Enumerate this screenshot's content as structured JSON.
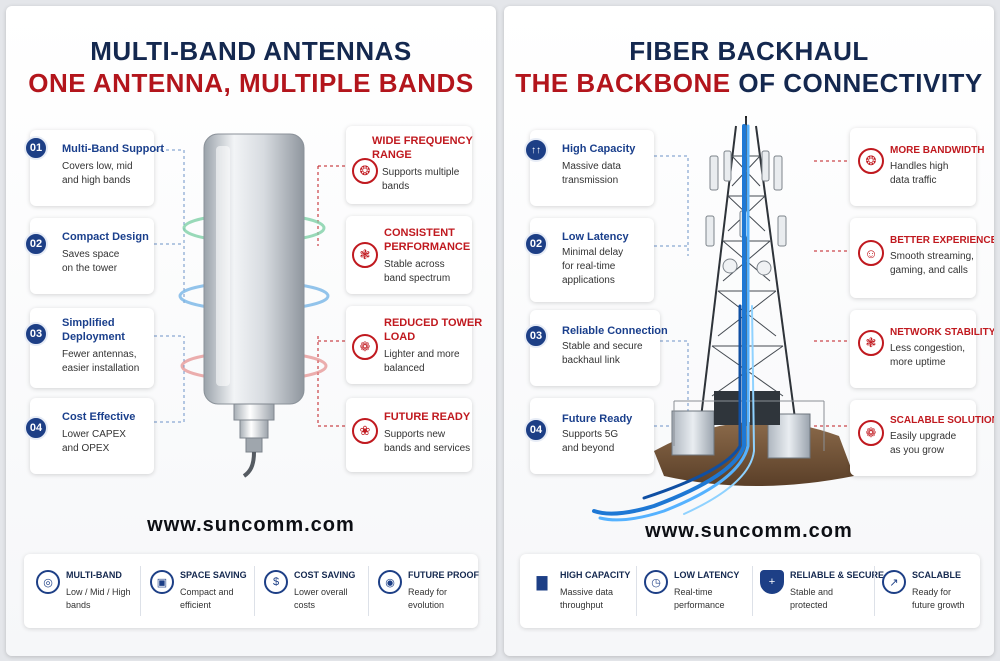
{
  "left": {
    "title_line1": "MULTI-BAND ANTENNAS",
    "title_line2": "ONE ANTENNA, MULTIPLE BANDS",
    "features_left": [
      {
        "num": "01",
        "title": "Multi-Band Support",
        "desc1": "Covers low, mid",
        "desc2": "and high bands"
      },
      {
        "num": "02",
        "title": "Compact Design",
        "desc1": "Saves space",
        "desc2": "on the tower"
      },
      {
        "num": "03",
        "title": "Simplified",
        "title2": "Deployment",
        "desc1": "Fewer antennas,",
        "desc2": "easier installation"
      },
      {
        "num": "04",
        "title": "Cost Effective",
        "desc1": "Lower CAPEX",
        "desc2": "and OPEX"
      }
    ],
    "features_right": [
      {
        "title": "WIDE FREQUENCY",
        "title2": "RANGE",
        "desc1": "Supports multiple",
        "desc2": "bands",
        "icon": "radio-waves-icon"
      },
      {
        "title": "CONSISTENT",
        "title2": "PERFORMANCE",
        "desc1": "Stable across",
        "desc2": "band spectrum",
        "icon": "gauge-icon"
      },
      {
        "title": "REDUCED TOWER",
        "title2": "LOAD",
        "desc1": "Lighter and more",
        "desc2": "balanced",
        "icon": "scale-icon"
      },
      {
        "title": "FUTURE READY",
        "desc1": "Supports new",
        "desc2": "bands and services",
        "icon": "rocket-icon"
      }
    ],
    "url": "www.suncomm.com",
    "bottom": [
      {
        "title": "MULTI-BAND",
        "desc1": "Low / Mid / High",
        "desc2": "bands",
        "icon": "globe-icon"
      },
      {
        "title": "SPACE SAVING",
        "desc1": "Compact and",
        "desc2": "efficient",
        "icon": "cube-icon"
      },
      {
        "title": "COST SAVING",
        "desc1": "Lower overall",
        "desc2": "costs",
        "icon": "dollar-icon"
      },
      {
        "title": "FUTURE PROOF",
        "desc1": "Ready for",
        "desc2": "evolution",
        "icon": "target-icon"
      }
    ]
  },
  "right": {
    "title_line1": "FIBER BACKHAUL",
    "title_line2_red": "THE BACKBONE",
    "title_line2_navy": " OF CONNECTIVITY",
    "features_left": [
      {
        "num": "01",
        "title": "High Capacity",
        "desc1": "Massive data",
        "desc2": "transmission"
      },
      {
        "num": "02",
        "title": "Low Latency",
        "desc1": "Minimal delay",
        "desc2": "for real-time",
        "desc3": "applications"
      },
      {
        "num": "03",
        "title": "Reliable Connection",
        "desc1": "Stable and secure",
        "desc2": "backhaul link"
      },
      {
        "num": "04",
        "title": "Future Ready",
        "desc1": "Supports 5G",
        "desc2": "and beyond"
      }
    ],
    "features_right": [
      {
        "title": "MORE BANDWIDTH",
        "desc1": "Handles high",
        "desc2": "data traffic",
        "icon": "bandwidth-icon"
      },
      {
        "title": "BETTER EXPERIENCE",
        "desc1": "Smooth streaming,",
        "desc2": "gaming, and calls",
        "icon": "user-icon"
      },
      {
        "title": "NETWORK STABILITY",
        "desc1": "Less congestion,",
        "desc2": "more uptime",
        "icon": "network-icon"
      },
      {
        "title": "SCALABLE SOLUTION",
        "desc1": "Easily upgrade",
        "desc2": "as you grow",
        "icon": "expand-icon"
      }
    ],
    "url": "www.suncomm.com",
    "bottom": [
      {
        "title": "HIGH CAPACITY",
        "desc1": "Massive data",
        "desc2": "throughput",
        "icon": "bars-icon"
      },
      {
        "title": "LOW LATENCY",
        "desc1": "Real-time",
        "desc2": "performance",
        "icon": "clock-icon"
      },
      {
        "title": "RELIABLE & SECURE",
        "desc1": "Stable and",
        "desc2": "protected",
        "icon": "shield-icon"
      },
      {
        "title": "SCALABLE",
        "desc1": "Ready for",
        "desc2": "future growth",
        "icon": "growth-icon"
      }
    ]
  },
  "colors": {
    "navy": "#14284f",
    "red": "#b3151c",
    "accent_blue": "#1d3f86"
  }
}
